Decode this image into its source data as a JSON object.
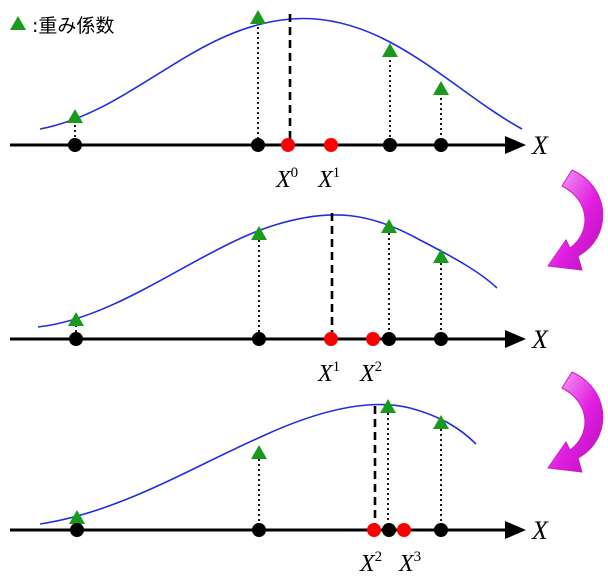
{
  "legend": {
    "symbol_color": "#1a9a1a",
    "label": ":重み係数"
  },
  "colors": {
    "curve": "#1f2fe0",
    "sample_point": "#000000",
    "estimate_point": "#ff0000",
    "weight_marker": "#1a9a1a",
    "arrow": "#e21ee2",
    "axis": "#000000"
  },
  "panels": [
    {
      "axis_label": "X",
      "point_labels": [
        {
          "base": "X",
          "sup": "0"
        },
        {
          "base": "X",
          "sup": "1"
        }
      ]
    },
    {
      "axis_label": "X",
      "point_labels": [
        {
          "base": "X",
          "sup": "1"
        },
        {
          "base": "X",
          "sup": "2"
        }
      ]
    },
    {
      "axis_label": "X",
      "point_labels": [
        {
          "base": "X",
          "sup": "2"
        },
        {
          "base": "X",
          "sup": "3"
        }
      ]
    }
  ]
}
